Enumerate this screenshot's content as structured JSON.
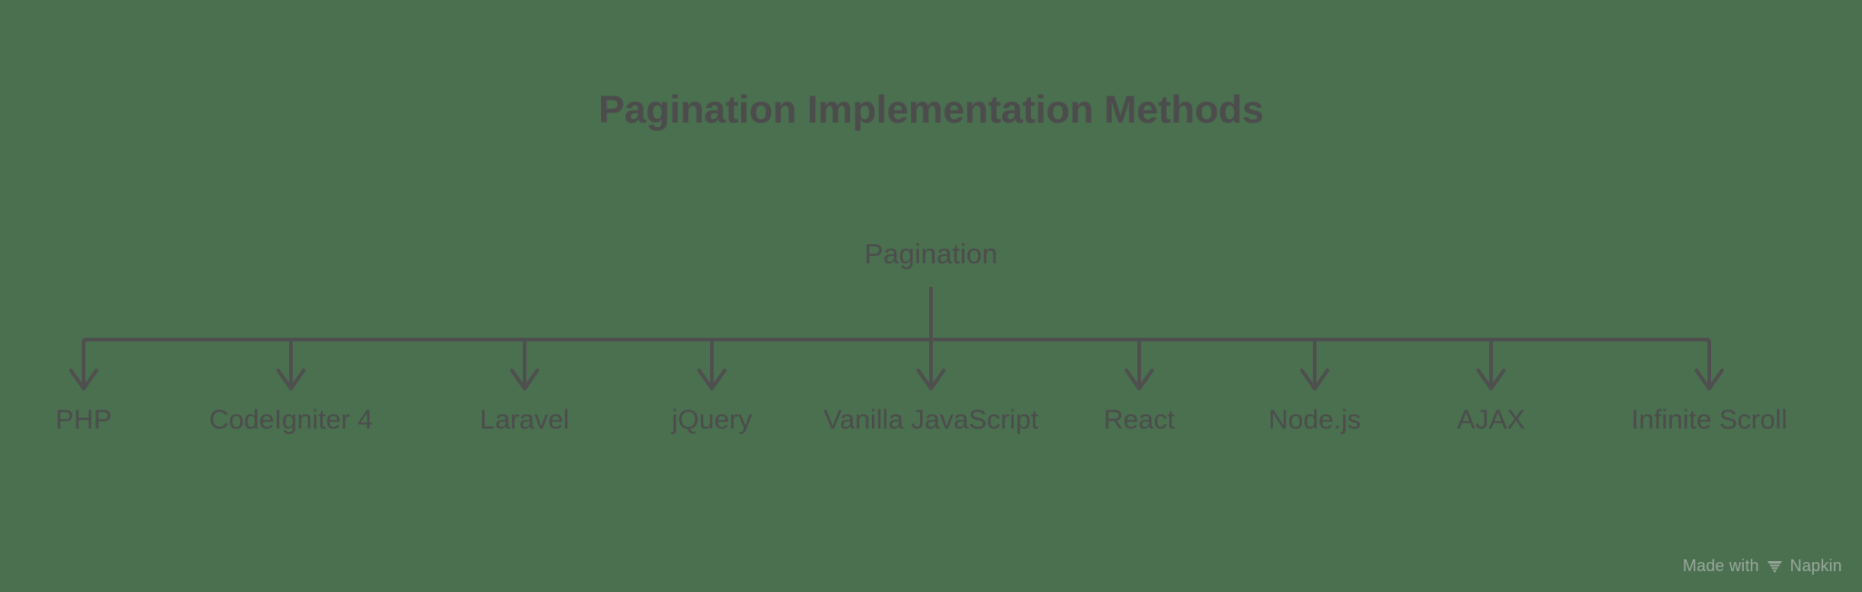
{
  "background_color": "#4a7050",
  "ink_color": "#4c4c4c",
  "line_color": "#4f4f4f",
  "title": "Pagination Implementation Methods",
  "root": {
    "label": "Pagination"
  },
  "leaves": [
    {
      "label": "PHP"
    },
    {
      "label": "CodeIgniter 4"
    },
    {
      "label": "Laravel"
    },
    {
      "label": "jQuery"
    },
    {
      "label": "Vanilla JavaScript"
    },
    {
      "label": "React"
    },
    {
      "label": "Node.js"
    },
    {
      "label": "AJAX"
    },
    {
      "label": "Infinite Scroll"
    }
  ],
  "watermark": {
    "prefix": "Made with",
    "brand": "Napkin",
    "logo_icon": "napkin-logo-icon"
  }
}
